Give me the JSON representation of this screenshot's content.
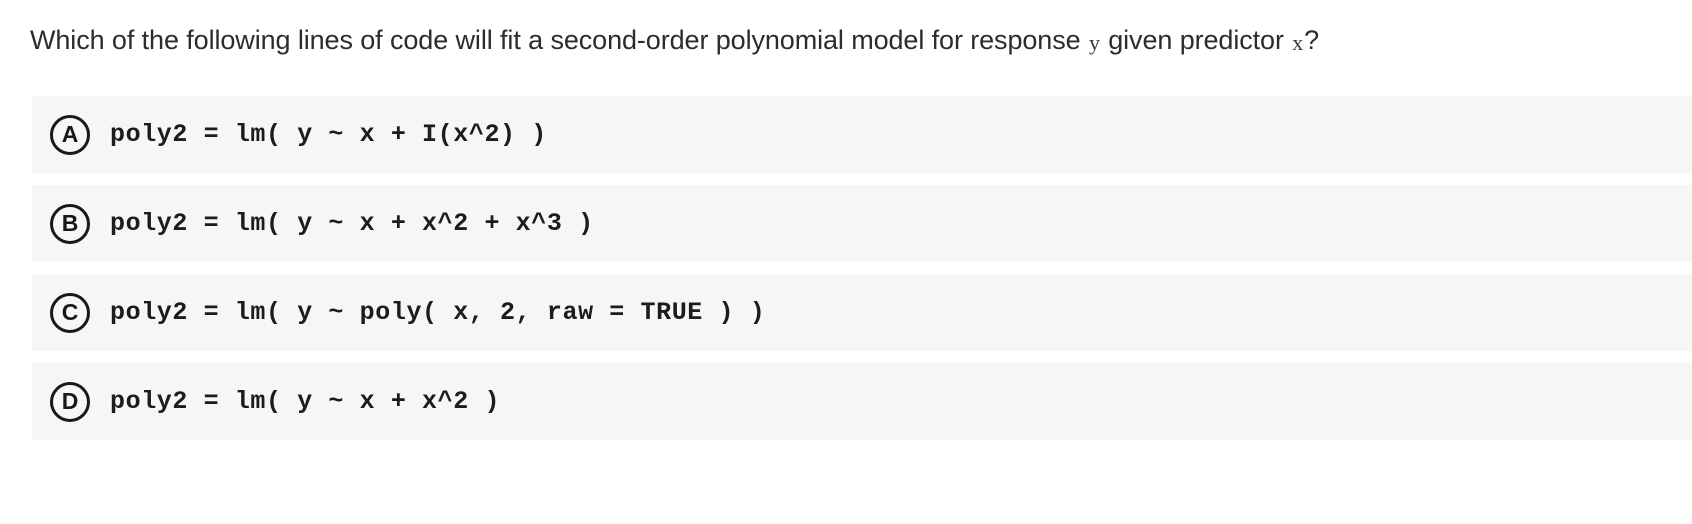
{
  "question": {
    "prefix": "Which of the following lines of code will fit a second-order polynomial model for response ",
    "response_var": "y",
    "middle": " given predictor ",
    "predictor_var": "x",
    "suffix": "?"
  },
  "options": [
    {
      "letter": "A",
      "code": "poly2 = lm( y ~ x + I(x^2) )"
    },
    {
      "letter": "B",
      "code": "poly2 = lm( y ~ x + x^2 + x^3 )"
    },
    {
      "letter": "C",
      "code": "poly2 = lm( y ~ poly( x, 2, raw = TRUE ) )"
    },
    {
      "letter": "D",
      "code": "poly2 = lm( y ~ x + x^2 )"
    }
  ],
  "colors": {
    "page_background": "#ffffff",
    "row_background": "#f6f6f7",
    "text": "#2c2c2e",
    "code_text": "#1c1c1e",
    "marker_stroke": "#17181a"
  }
}
